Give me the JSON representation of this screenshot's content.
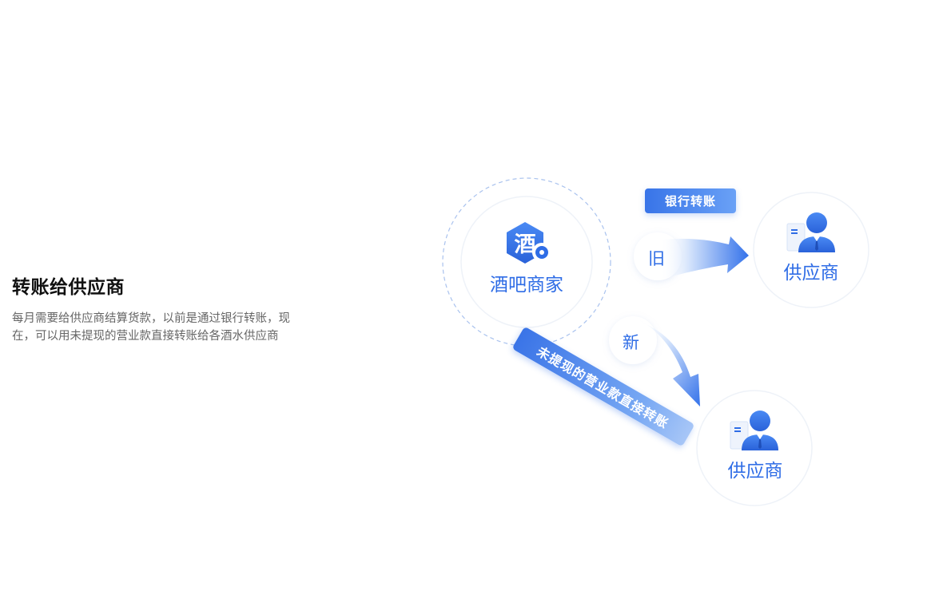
{
  "heading": {
    "title": "转账给供应商",
    "description": "每月需要给供应商结算货款，以前是通过银行转账，现在，可以用未提现的营业款直接转账给各酒水供应商"
  },
  "diagram": {
    "merchant": {
      "icon_char": "酒",
      "label": "酒吧商家",
      "icon": "wine-shop-icon"
    },
    "supplier_top": {
      "label": "供应商",
      "icon": "supplier-person-icon"
    },
    "supplier_bottom": {
      "label": "供应商",
      "icon": "supplier-person-icon"
    },
    "bank_transfer_badge": "银行转账",
    "old_label": "旧",
    "new_label": "新",
    "direct_transfer_banner": "未提现的营业款直接转账"
  },
  "colors": {
    "accent": "#2f6de6",
    "accent_light": "#6aa1f6",
    "ring": "#edf1f8",
    "dashed": "#a9c2ee"
  }
}
